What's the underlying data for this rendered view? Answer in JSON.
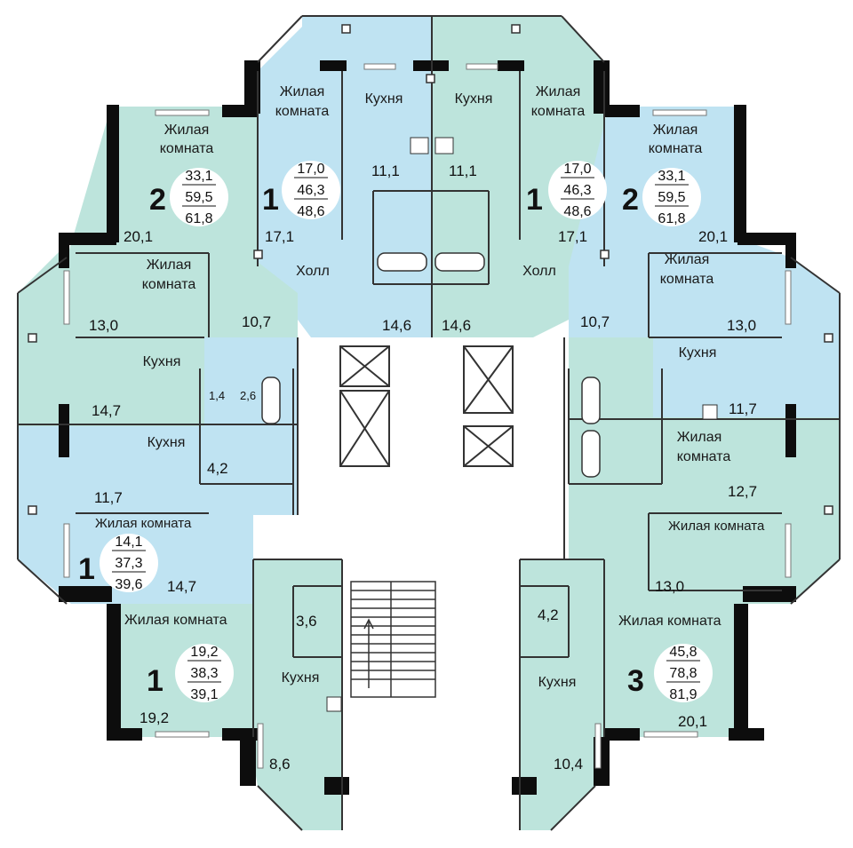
{
  "labels": {
    "living": "Жилая комната",
    "living_l1": "Жилая",
    "living_l2": "комната",
    "kitchen": "Кухня",
    "hall": "Холл"
  },
  "colors": {
    "blue": "#bfe3f2",
    "green": "#bde4dc",
    "wall": "#0d0d0d",
    "line": "#333333"
  },
  "apartments": {
    "top_left_2": {
      "rooms": "2",
      "areas": [
        "33,1",
        "59,5",
        "61,8"
      ]
    },
    "top_center_left_1": {
      "rooms": "1",
      "areas": [
        "17,0",
        "46,3",
        "48,6"
      ]
    },
    "top_center_right_1": {
      "rooms": "1",
      "areas": [
        "17,0",
        "46,3",
        "48,6"
      ]
    },
    "top_right_2": {
      "rooms": "2",
      "areas": [
        "33,1",
        "59,5",
        "61,8"
      ]
    },
    "left_mid_1": {
      "rooms": "1",
      "areas": [
        "14,1",
        "37,3",
        "39,6"
      ]
    },
    "bottom_left_1": {
      "rooms": "1",
      "areas": [
        "19,2",
        "38,3",
        "39,1"
      ]
    },
    "bottom_right_3": {
      "rooms": "3",
      "areas": [
        "45,8",
        "78,8",
        "81,9"
      ]
    }
  },
  "room_areas": {
    "a20_1_tl": "20,1",
    "a17_1_l": "17,1",
    "a11_1_l": "11,1",
    "a11_1_r": "11,1",
    "a17_1_r": "17,1",
    "a20_1_tr": "20,1",
    "a13_0_l": "13,0",
    "a10_7_l": "10,7",
    "a14_6_l": "14,6",
    "a14_6_r": "14,6",
    "a10_7_r": "10,7",
    "a13_0_r": "13,0",
    "a1_4": "1,4",
    "a2_6": "2,6",
    "a14_7_l": "14,7",
    "a11_7_r": "11,7",
    "a4_2_l": "4,2",
    "a11_7_l": "11,7",
    "a12_7_r": "12,7",
    "a14_7_l2": "14,7",
    "a13_0_r2": "13,0",
    "a3_6": "3,6",
    "a4_2_r": "4,2",
    "a19_2": "19,2",
    "a20_1_br": "20,1",
    "a8_6": "8,6",
    "a10_4": "10,4"
  }
}
